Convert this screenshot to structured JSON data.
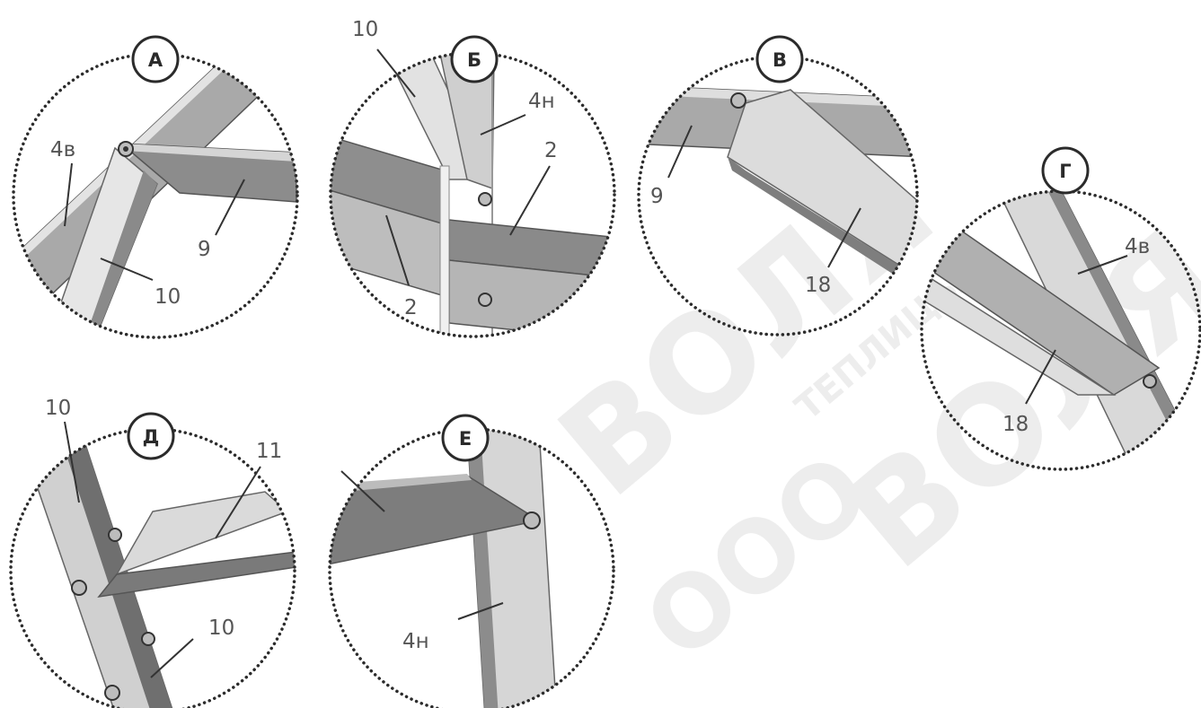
{
  "watermark": {
    "text": "ВОЛЯ",
    "subtext": "ТЕПЛИЦЫ",
    "company": "ООО"
  },
  "details": [
    {
      "id": "A",
      "badge": "А",
      "labels": [
        "4в",
        "9",
        "10"
      ]
    },
    {
      "id": "B",
      "badge": "Б",
      "labels": [
        "10",
        "4н",
        "2",
        "2"
      ]
    },
    {
      "id": "V",
      "badge": "В",
      "labels": [
        "9",
        "18"
      ]
    },
    {
      "id": "G",
      "badge": "Г",
      "labels": [
        "4в",
        "18"
      ]
    },
    {
      "id": "D",
      "badge": "Д",
      "labels": [
        "10",
        "11",
        "10"
      ]
    },
    {
      "id": "E",
      "badge": "Е",
      "labels": [
        "4н"
      ]
    }
  ],
  "colors": {
    "dots": "#2b2b2b",
    "profile_dark": "#6f6f6f",
    "profile_mid": "#a9a9a9",
    "profile_light": "#d9d9d9",
    "label": "#555555"
  }
}
